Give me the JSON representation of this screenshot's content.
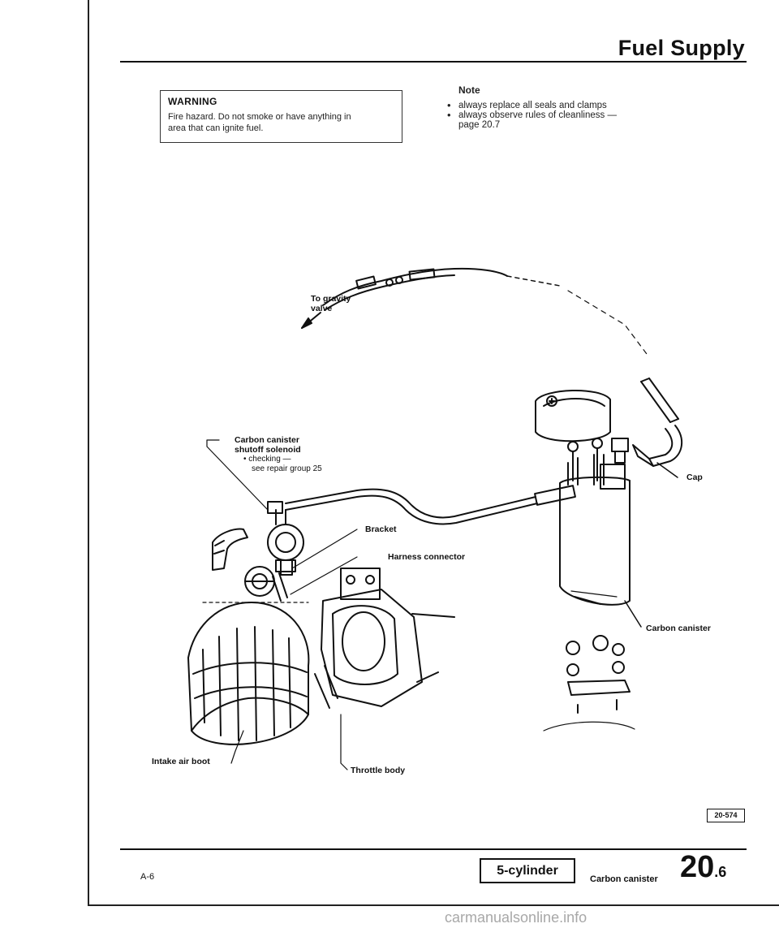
{
  "header": {
    "section_title": "Fuel Supply"
  },
  "warning": {
    "title": "WARNING",
    "text_line1": "Fire hazard. Do not smoke or have anything in",
    "text_line2": "area that can ignite fuel."
  },
  "note": {
    "title": "Note",
    "items": [
      "always replace all seals and clamps",
      "always observe rules of cleanliness —"
    ],
    "item2_continuation": "page 20.7"
  },
  "diagram": {
    "labels": {
      "gravity_valve_line1": "To gravity",
      "gravity_valve_line2": "valve",
      "solenoid_line1": "Carbon canister",
      "solenoid_line2": "shutoff solenoid",
      "solenoid_check": "checking —",
      "solenoid_see": "see repair group 25",
      "bracket": "Bracket",
      "harness": "Harness connector",
      "cap": "Cap",
      "canister": "Carbon canister",
      "intake_boot": "Intake air boot",
      "throttle": "Throttle body"
    },
    "figure_number": "20-574"
  },
  "footer": {
    "page_ref": "A-6",
    "engine": "5-cylinder",
    "topic": "Carbon canister",
    "page_main": "20",
    "page_sub": ".6"
  },
  "watermark": "carmanualsonline.info"
}
